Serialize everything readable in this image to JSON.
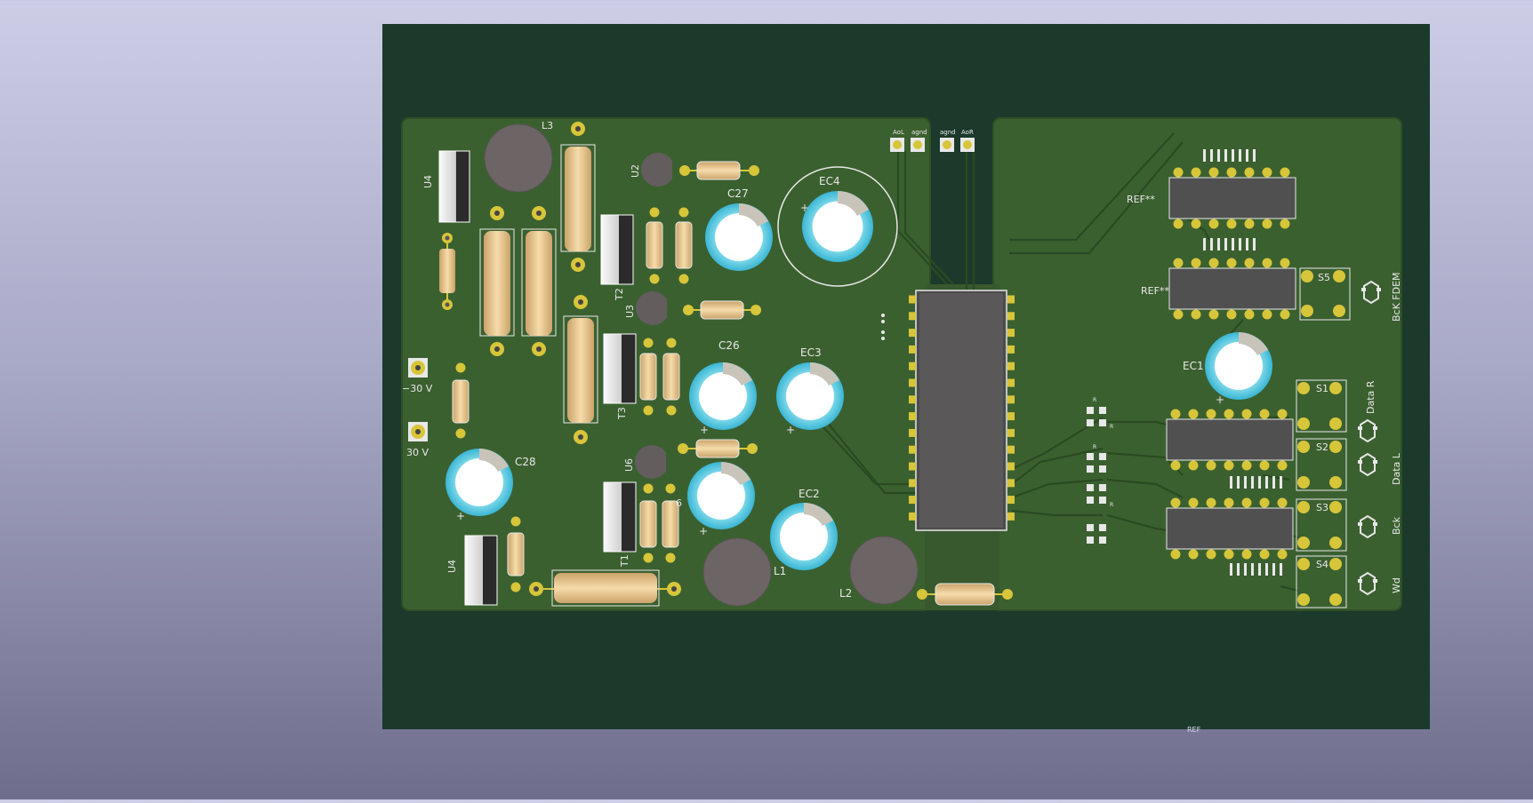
{
  "board": {
    "background": "#1b3a2b",
    "board_fill": "#3a5f30",
    "silk": "#e8e8e8",
    "pad": "#d7c53a",
    "resistor": "#f1cf95",
    "cap_ring": "#8fe3ef",
    "ic_body": "#5a5a5a"
  },
  "labels": {
    "L3": "L3",
    "U4a": "U4",
    "U4b": "U4",
    "U2": "U2",
    "U3": "U3",
    "U6": "U6",
    "T1": "T1",
    "T2": "T2",
    "T3": "T3",
    "C26": "C26",
    "C27": "C27",
    "C28": "C28",
    "EC1": "EC1",
    "EC2": "EC2",
    "EC3": "EC3",
    "EC4": "EC4",
    "L1": "L1",
    "L2": "L2",
    "minus30": "−30 V",
    "plus30": "30 V",
    "ref1": "REF**",
    "ref2": "REF**",
    "S1": "S1",
    "S2": "S2",
    "S3": "S3",
    "S4": "S4",
    "S5": "S5",
    "bckfdem": "BcK FDEM",
    "datar": "Data R",
    "datal": "Data L",
    "bck": "Bck",
    "wd": "Wd",
    "aol": "AoL",
    "agnd1": "agnd",
    "agnd2": "agnd",
    "aor": "AoR",
    "frag6": "6",
    "plus": "+",
    "r1": "R",
    "r2": "R",
    "r3": "R",
    "r4": "R",
    "bottom_ref": "REF"
  }
}
